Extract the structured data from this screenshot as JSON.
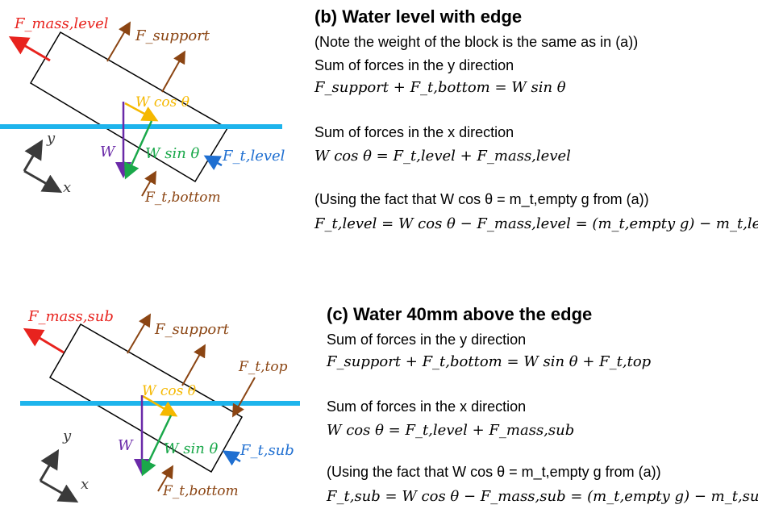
{
  "panel_b": {
    "heading": "(b) Water level with edge",
    "lines": [
      "(Note the weight of the block is the same as in (a))",
      "Sum of forces in the y direction",
      "F_support + F_t,bottom = W sin θ",
      "Sum of forces in the x direction",
      "W cos θ = F_t,level + F_mass,level",
      "(Using the fact that W cos θ = m_t,empty g from (a))",
      "F_t,level = W cos θ − F_mass,level = (m_t,empty g) − m_t,level g"
    ],
    "diagram_labels": {
      "f_mass": "F_mass,level",
      "f_support": "F_support",
      "w_cos": "W cos θ",
      "w": "W",
      "w_sin": "W sin θ",
      "f_t_side": "F_t,level",
      "f_t_bottom": "F_t,bottom",
      "axis_y": "y",
      "axis_x": "x"
    }
  },
  "panel_c": {
    "heading": "(c) Water 40mm above the edge",
    "lines": [
      "Sum of forces in the y direction",
      "F_support + F_t,bottom = W sin θ + F_t,top",
      "Sum of forces in the x direction",
      "W cos θ = F_t,level + F_mass,sub",
      "(Using the fact that W cos θ = m_t,empty g from (a))",
      "F_t,sub = W cos θ − F_mass,sub = (m_t,empty g) − m_t,sub g"
    ],
    "diagram_labels": {
      "f_mass": "F_mass,sub",
      "f_support": "F_support",
      "f_t_top": "F_t,top",
      "w_cos": "W cos θ",
      "w": "W",
      "w_sin": "W sin θ",
      "f_t_side": "F_t,sub",
      "f_t_bottom": "F_t,bottom",
      "axis_y": "y",
      "axis_x": "x"
    }
  },
  "colors": {
    "water": "#1eb4ec",
    "mass_force": "#e8231e",
    "support_force": "#8b4513",
    "w_cos": "#f5b800",
    "weight": "#6a2aa8",
    "w_sin": "#1aa84a",
    "side_force": "#1f6fd1",
    "axis": "#3a3a3a"
  }
}
